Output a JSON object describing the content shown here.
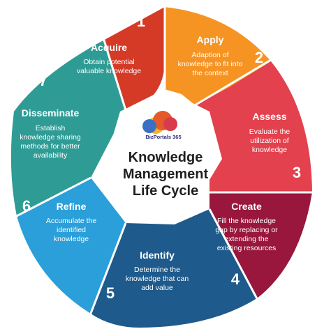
{
  "center": {
    "brand": "BizPortals 365",
    "title_lines": [
      "Knowledge",
      "Management",
      "Life Cycle"
    ]
  },
  "colors": {
    "acquire": "#d53a26",
    "apply": "#f59323",
    "assess": "#e2414d",
    "create": "#99163d",
    "identify": "#1e5a8c",
    "refine": "#2a9fd9",
    "disseminate": "#2f9b95"
  },
  "segments": [
    {
      "number": "1",
      "title": "Acquire",
      "desc_lines": [
        "Obtain potential",
        "valuable knowledge"
      ]
    },
    {
      "number": "2",
      "title": "Apply",
      "desc_lines": [
        "Adaption of",
        "knowledge to fit into",
        "the context"
      ]
    },
    {
      "number": "3",
      "title": "Assess",
      "desc_lines": [
        "Evaluate the",
        "utilization of",
        "knowledge"
      ]
    },
    {
      "number": "4",
      "title": "Create",
      "desc_lines": [
        "Fill the knowledge",
        "gap by replacing or",
        "extending the",
        "existing resources"
      ]
    },
    {
      "number": "5",
      "title": "Identify",
      "desc_lines": [
        "Determine the",
        "knowledge that can",
        "add value"
      ]
    },
    {
      "number": "6",
      "title": "Refine",
      "desc_lines": [
        "Accumulate the",
        "identified",
        "knowledge"
      ]
    },
    {
      "number": "7",
      "title": "Disseminate",
      "desc_lines": [
        "Establish",
        "knowledge sharing",
        "methods for better",
        "availability"
      ]
    }
  ]
}
